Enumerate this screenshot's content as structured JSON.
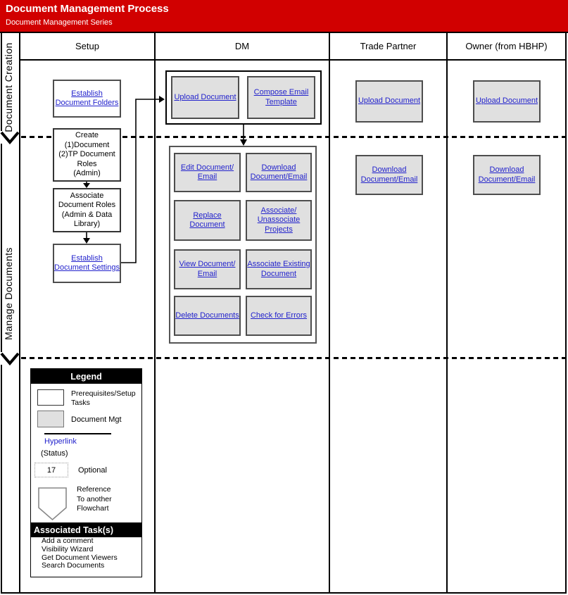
{
  "header": {
    "title": "Document Management Process",
    "subtitle": "Document Management Series",
    "bar_color": "#D10000"
  },
  "columns": {
    "setup": "Setup",
    "dm": "DM",
    "trade_partner": "Trade Partner",
    "owner": "Owner (from HBHP)"
  },
  "lanes": {
    "creation": "Document Creation",
    "manage": "Manage Documents"
  },
  "setup": {
    "establish_folders": "Establish\nDocument Folders",
    "create_roles": "Create\n(1)Document\n(2)TP Document\nRoles\n(Admin)",
    "associate_roles": "Associate\nDocument Roles\n(Admin & Data\nLibrary)",
    "establish_settings": "Establish\nDocument Settings"
  },
  "dm": {
    "upload": "Upload Document",
    "compose": "Compose Email\nTemplate",
    "grid": [
      "Edit Document/\nEmail",
      "Download\nDocument/Email",
      "Replace Document",
      "Associate/\nUnassociate\nProjects",
      "View Document/\nEmail",
      "Associate Existing\nDocument",
      "Delete Documents",
      "Check for Errors"
    ]
  },
  "trade_partner": {
    "upload": "Upload Document",
    "download": "Download\nDocument/Email"
  },
  "owner": {
    "upload": "Upload Document",
    "download": "Download\nDocument/Email"
  },
  "legend": {
    "title": "Legend",
    "prerequisites": "Prerequisites/Setup\nTasks",
    "document_mgt": "Document Mgt",
    "hyperlink": "Hyperlink",
    "status": "(Status)",
    "optional_value": "17",
    "optional_label": "Optional",
    "reference": "Reference\nTo another\nFlowchart",
    "tasks_title": "Associated Task(s)",
    "tasks": [
      "Add a comment",
      "Visibility Wizard",
      "Get Document Viewers",
      "Search Documents"
    ]
  },
  "colors": {
    "accent_red": "#D10000",
    "hyperlink_blue": "#2222CC",
    "node_gray": "#E0E0E0"
  }
}
